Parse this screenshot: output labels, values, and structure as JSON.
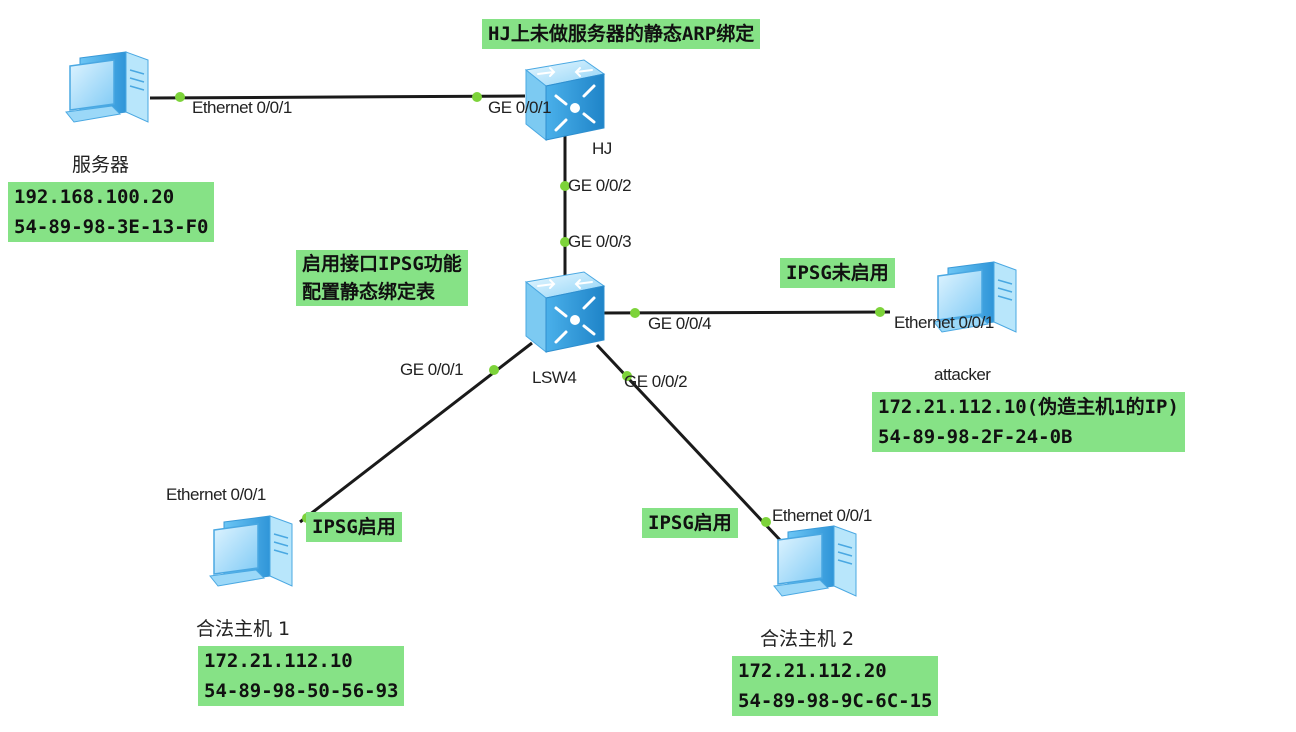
{
  "devices": {
    "server": {
      "name": "服务器"
    },
    "hj": {
      "name": "HJ"
    },
    "lsw4": {
      "name": "LSW4"
    },
    "attacker": {
      "name": "attacker"
    },
    "host1": {
      "name": "合法主机 1"
    },
    "host2": {
      "name": "合法主机 2"
    }
  },
  "ports": {
    "server_eth": "Ethernet 0/0/1",
    "hj_ge1": "GE 0/0/1",
    "hj_ge2": "GE 0/0/2",
    "lsw_ge3": "GE 0/0/3",
    "lsw_ge4": "GE 0/0/4",
    "attacker_eth": "Ethernet 0/0/1",
    "lsw_ge1": "GE 0/0/1",
    "lsw_ge2": "GE 0/0/2",
    "host1_eth": "Ethernet 0/0/1",
    "host2_eth": "Ethernet 0/0/1"
  },
  "notes": {
    "hj_note": "HJ上未做服务器的静态ARP绑定",
    "server_ip": "192.168.100.20",
    "server_mac": "54-89-98-3E-13-F0",
    "lsw_line1": "启用接口IPSG功能",
    "lsw_line2": "配置静态绑定表",
    "attacker_ipsg": "IPSG未启用",
    "attacker_ip": "172.21.112.10(伪造主机1的IP)",
    "attacker_mac": "54-89-98-2F-24-0B",
    "host1_ipsg": "IPSG启用",
    "host1_ip": "172.21.112.10",
    "host1_mac": "54-89-98-50-56-93",
    "host2_ipsg": "IPSG启用",
    "host2_ip": "172.21.112.20",
    "host2_mac": "54-89-98-9C-6C-15"
  },
  "colors": {
    "note_bg": "#86e286",
    "link": "#1a1a1a",
    "port_dot": "#7dd33a",
    "device_blue": "#5ab8f0"
  },
  "icons": {
    "pc": "pc-icon",
    "switch": "switch-icon"
  }
}
